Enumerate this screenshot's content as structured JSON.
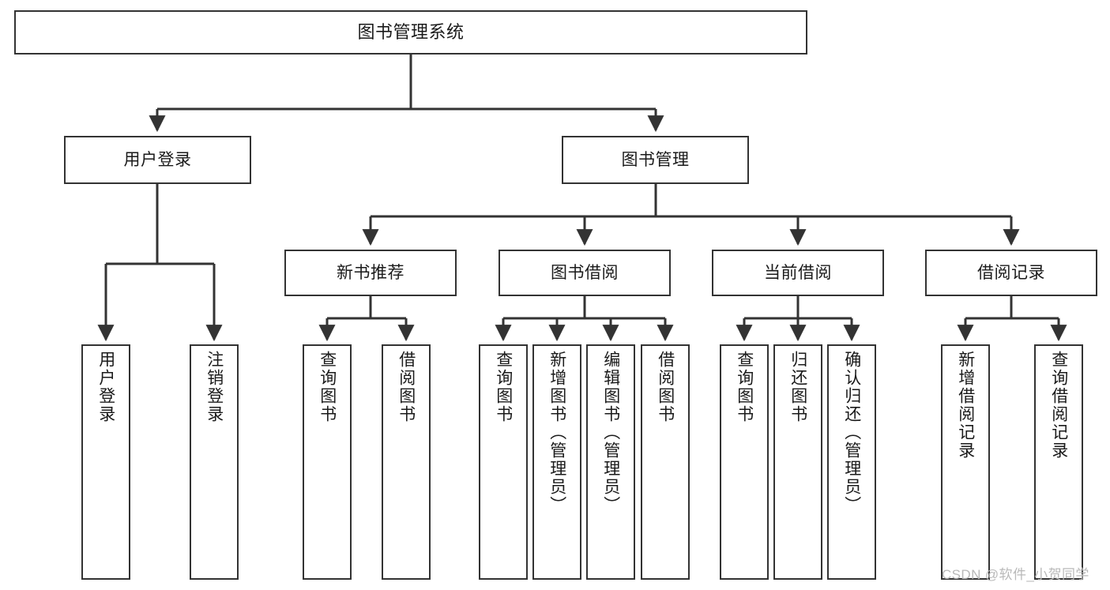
{
  "diagram": {
    "type": "tree",
    "title": "图书管理系统",
    "orientation": "top-down",
    "colors": {
      "background": "#ffffff",
      "box_border": "#333333",
      "box_fill": "#ffffff",
      "edge": "#333333",
      "text": "#1a1a1a",
      "watermark": "#b9b9b9"
    },
    "watermark": "CSDN @软件_小贺同学"
  },
  "nodes": {
    "root": {
      "label": "图书管理系统"
    },
    "tier1": [
      {
        "label": "用户登录"
      },
      {
        "label": "图书管理"
      }
    ],
    "tier2": [
      {
        "label": "新书推荐"
      },
      {
        "label": "图书借阅"
      },
      {
        "label": "当前借阅"
      },
      {
        "label": "借阅记录"
      }
    ],
    "leaves": [
      {
        "label": "用户登录"
      },
      {
        "label": "注销登录"
      },
      {
        "label": "查询图书"
      },
      {
        "label": "借阅图书"
      },
      {
        "label": "查询图书"
      },
      {
        "label": "新增图书（管理员）"
      },
      {
        "label": "编辑图书（管理员）"
      },
      {
        "label": "借阅图书"
      },
      {
        "label": "查询图书"
      },
      {
        "label": "归还图书"
      },
      {
        "label": "确认归还（管理员）"
      },
      {
        "label": "新增借阅记录"
      },
      {
        "label": "查询借阅记录"
      }
    ]
  },
  "hierarchy": {
    "图书管理系统": [
      "用户登录",
      "图书管理"
    ],
    "用户登录": [
      "用户登录",
      "注销登录"
    ],
    "图书管理": [
      "新书推荐",
      "图书借阅",
      "当前借阅",
      "借阅记录"
    ],
    "新书推荐": [
      "查询图书",
      "借阅图书"
    ],
    "图书借阅": [
      "查询图书",
      "新增图书（管理员）",
      "编辑图书（管理员）",
      "借阅图书"
    ],
    "当前借阅": [
      "查询图书",
      "归还图书",
      "确认归还（管理员）"
    ],
    "借阅记录": [
      "新增借阅记录",
      "查询借阅记录"
    ]
  }
}
